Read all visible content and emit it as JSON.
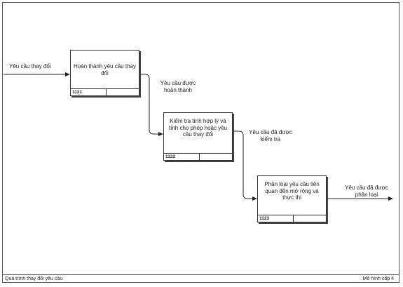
{
  "diagram": {
    "input_label": "Yêu cầu thay đổi",
    "steps": [
      {
        "id": "1121",
        "title": "Hoàn thành yêu cầu thay đổi",
        "output_label": "Yêu cầu được hoàn thành"
      },
      {
        "id": "1122",
        "title": "Kiểm tra tính hợp lý và tính cho phép hoặc yêu cầu thay đổi",
        "output_label": "Yêu cầu đã được kiểm tra"
      },
      {
        "id": "1123",
        "title": "Phân loại yêu cầu liên quan đến mở rộng và thực thi",
        "output_label": "Yêu cầu đã được phân loại"
      }
    ]
  },
  "footer": {
    "left": "Quá trình thay đổi yêu cầu",
    "right": "Mô hình cấp 4"
  }
}
